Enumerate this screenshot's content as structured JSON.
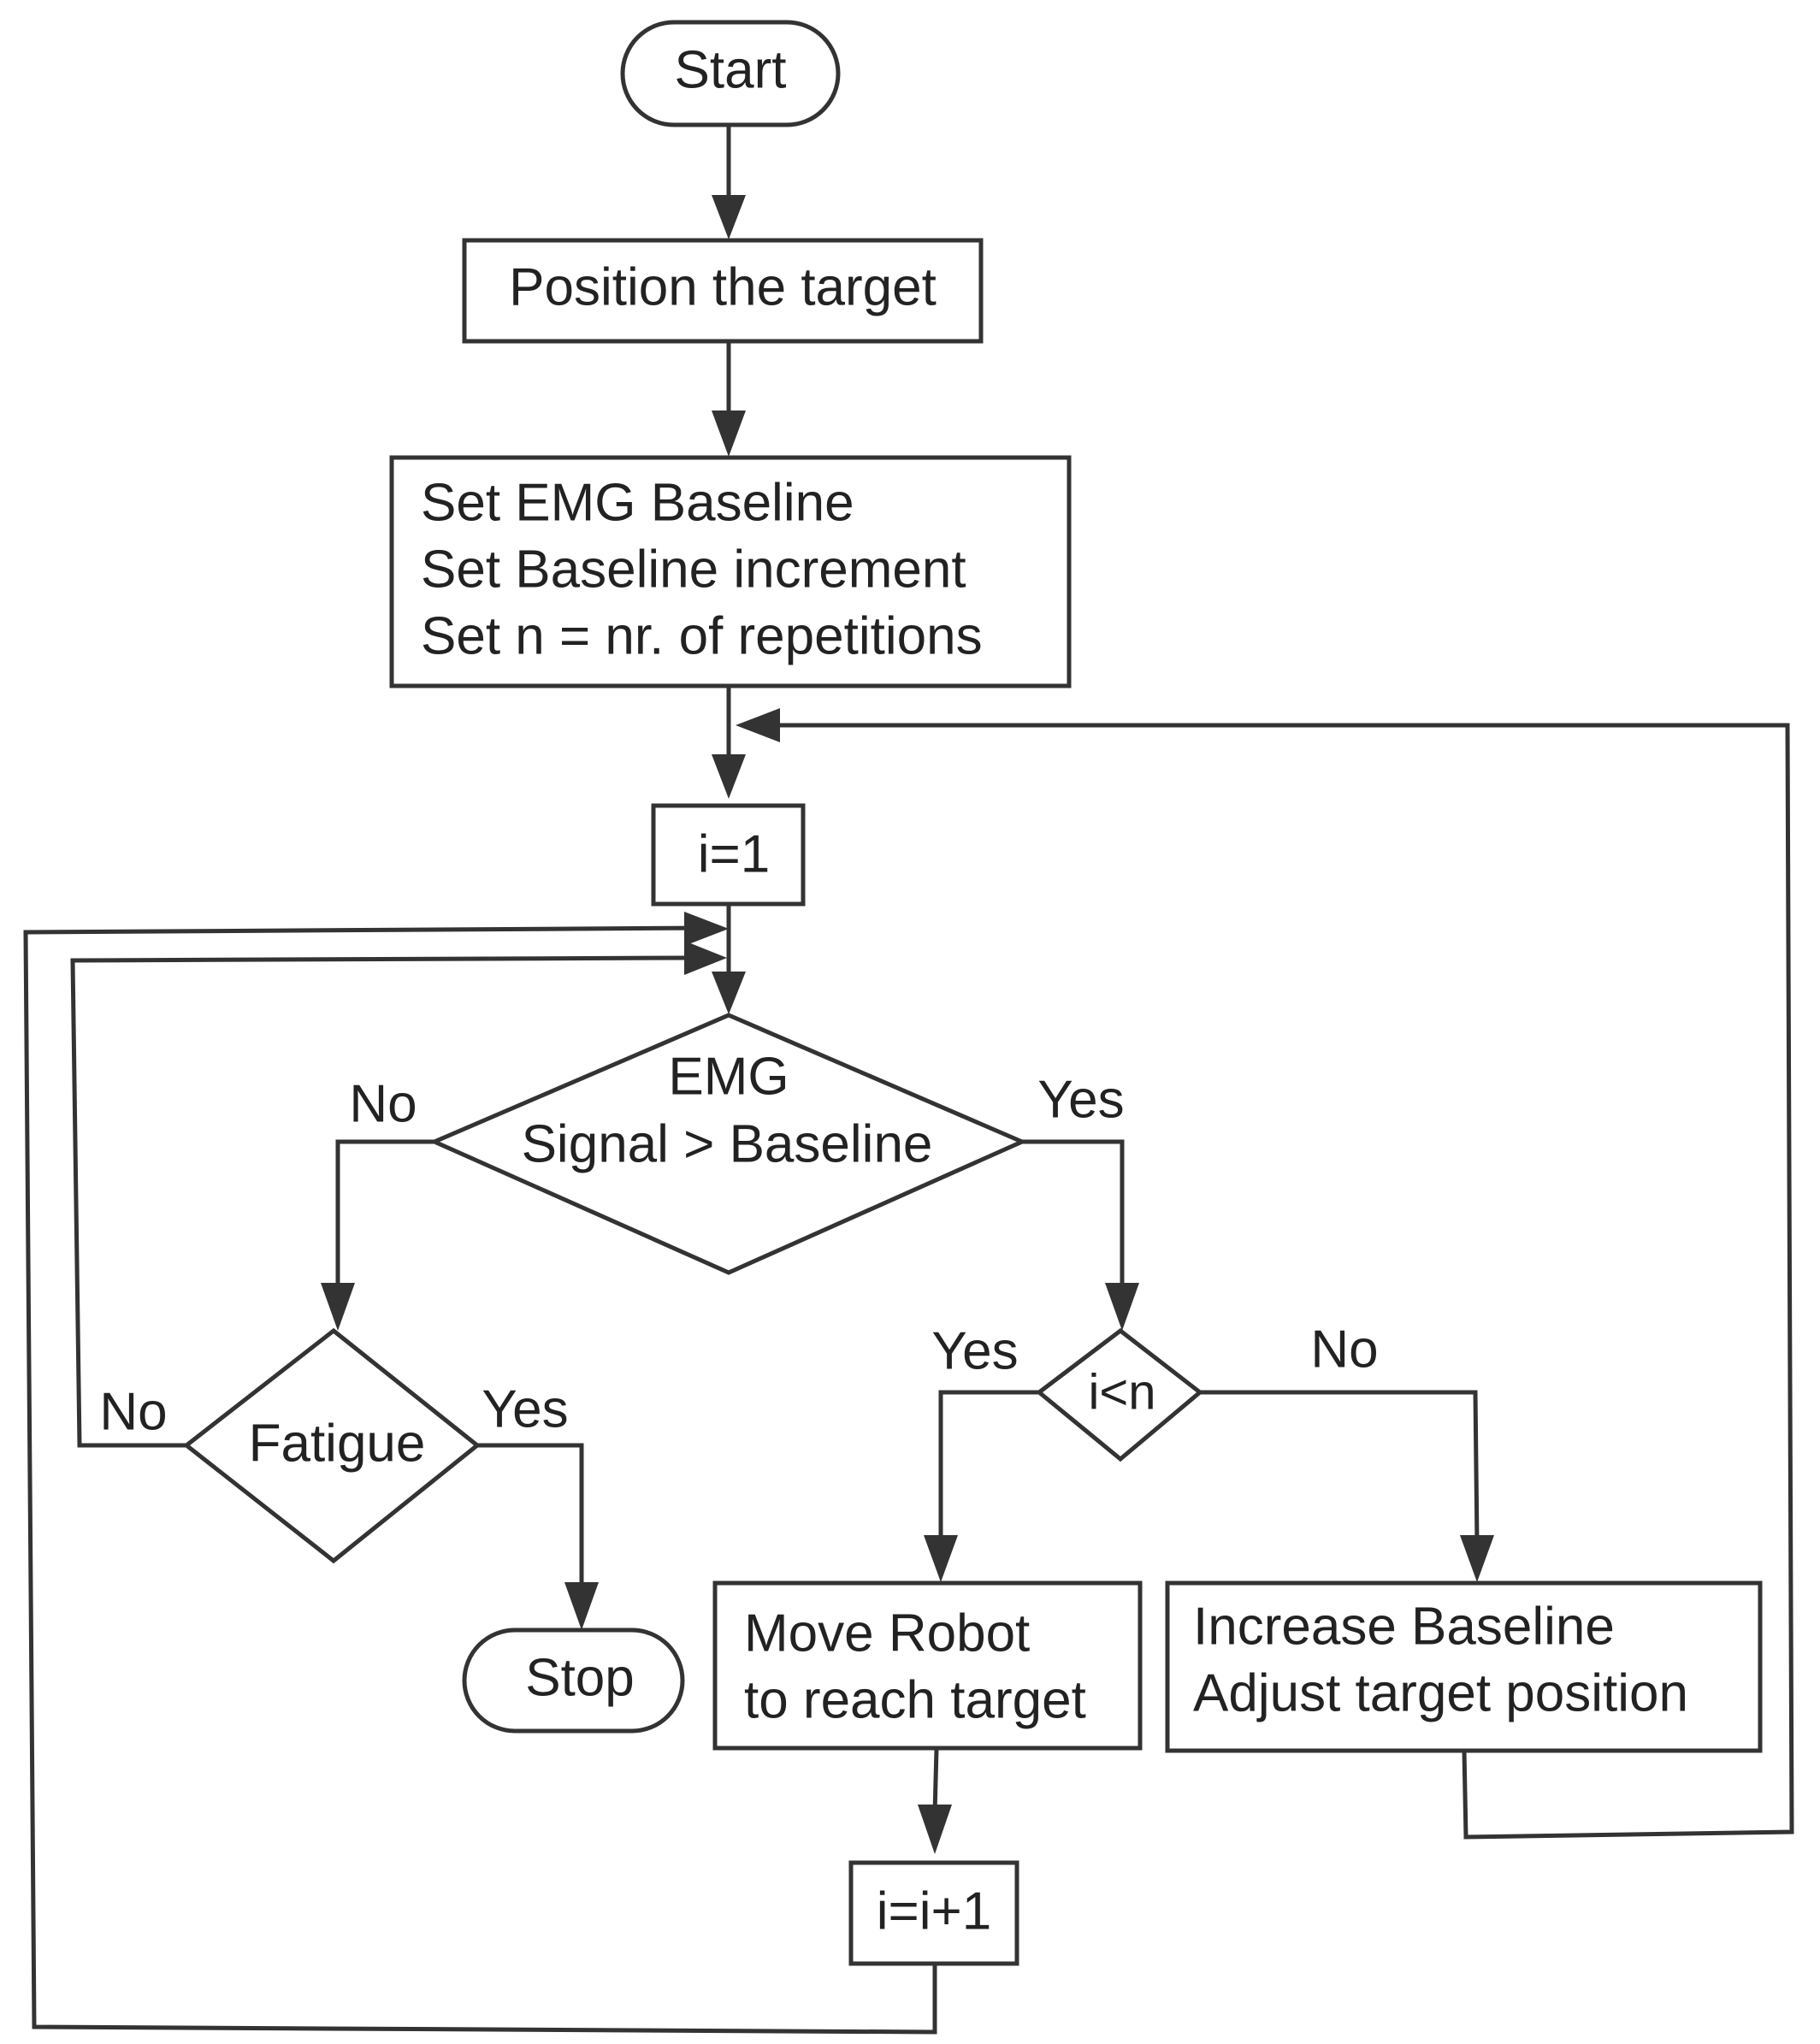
{
  "colors": {
    "stroke": "#333333",
    "text": "#222222",
    "background": "#ffffff"
  },
  "nodes": {
    "start": "Start",
    "position_target": "Position the target",
    "setup_line1": "Set EMG Baseline",
    "setup_line2": "Set Baseline increment",
    "setup_line3": "Set n = nr. of repetitions",
    "init_counter": "i=1",
    "emg_decision_line1": "EMG",
    "emg_decision_line2": "Signal > Baseline",
    "fatigue_decision": "Fatigue",
    "stop": "Stop",
    "counter_decision": "i<n",
    "move_robot_line1": "Move Robot",
    "move_robot_line2": "to reach target",
    "increase_line1": "Increase Baseline",
    "increase_line2": "Adjust target position",
    "increment_counter": "i=i+1"
  },
  "edge_labels": {
    "emg_no": "No",
    "emg_yes": "Yes",
    "fatigue_no": "No",
    "fatigue_yes": "Yes",
    "counter_yes": "Yes",
    "counter_no": "No"
  }
}
